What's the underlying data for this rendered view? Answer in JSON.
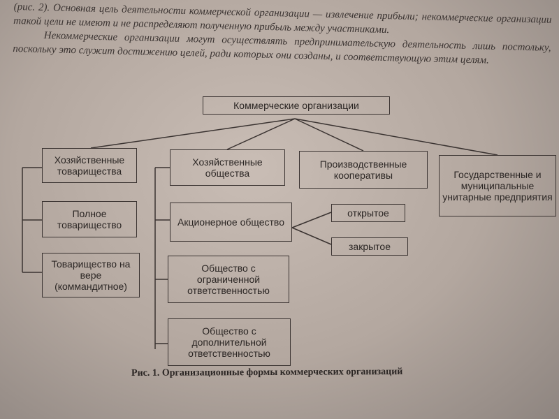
{
  "text": {
    "line1": "(рис. 2). Основная цель деятельности коммерческой организации — извлечение прибыли; некоммерческие организации такой цели не имеют и не распределяют полученную прибыль между участниками.",
    "line2": "Некоммерческие организации могут осуществлять предпринимательскую деятельность лишь постольку, поскольку это служит достижению целей, ради которых они созданы, и соответствующую этим целям."
  },
  "diagram": {
    "root": "Коммерческие организации",
    "economic_partnerships": "Хозяйственные товарищества",
    "full_partnership": "Полное товарищество",
    "limited_partnership": "Товарищество на вере (коммандитное)",
    "economic_companies": "Хозяйственные общества",
    "joint_stock": "Акционерное общество",
    "open": "открытое",
    "closed": "закрытое",
    "llc": "Общество с ограниченной ответственностью",
    "alc": "Общество с дополнительной ответственностью",
    "cooperatives": "Производственные кооперативы",
    "unitary": "Государственные и муниципальные унитарные предприятия"
  },
  "caption": "Рис. 1. Организационные формы коммерческих организаций"
}
